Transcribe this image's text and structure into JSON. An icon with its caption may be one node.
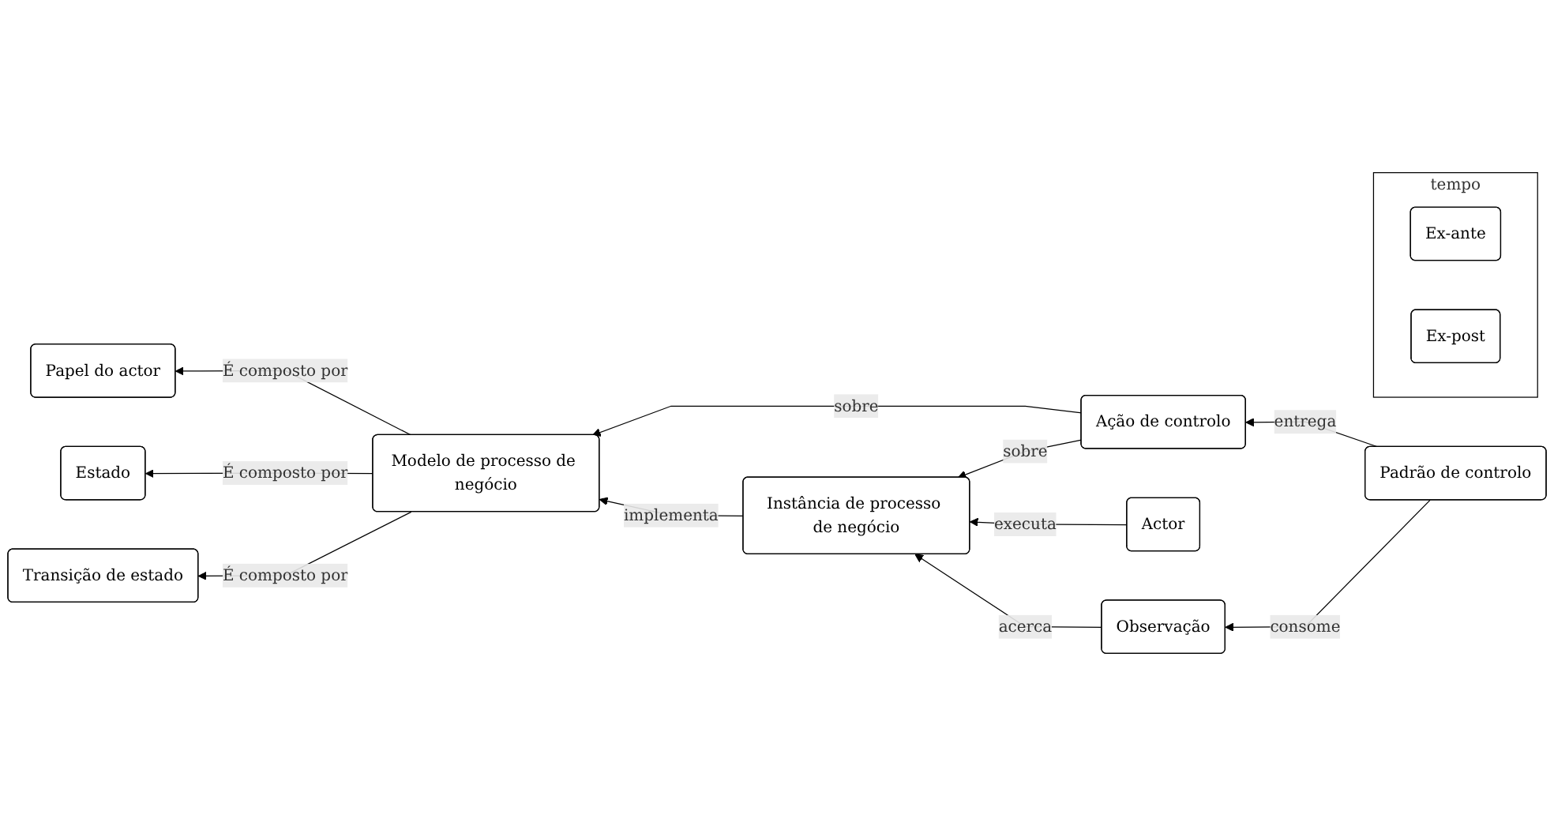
{
  "diagram": {
    "nodes": [
      {
        "text": [
          "tempo"
        ]
      },
      {
        "text": [
          "Ex-ante"
        ],
        "in": 0
      },
      {
        "text": [
          "Ex-post"
        ],
        "in": 0
      },
      {
        "text": [
          "Ação de controlo"
        ]
      },
      {
        "text": [
          "Papel do actor"
        ]
      },
      {
        "text": [
          "Modelo de processo de negócio"
        ]
      },
      {
        "text": [
          "Instância de processo de negócio"
        ]
      },
      {
        "text": [
          "Padrão de controlo"
        ]
      },
      {
        "text": [
          "Estado"
        ]
      },
      {
        "text": [
          "Transição de estado"
        ]
      },
      {
        "text": [
          "Actor"
        ]
      },
      {
        "text": [
          "Observação"
        ]
      }
    ],
    "edges": [
      {
        "from": 3,
        "to": 5,
        "label": "sobre",
        "arrow": "to"
      },
      {
        "from": 3,
        "to": 6,
        "label": "sobre",
        "arrow": "to"
      },
      {
        "from": 7,
        "to": 3,
        "label": "entrega",
        "arrow": "to"
      },
      {
        "from": 5,
        "to": 4,
        "label": "É composto por",
        "arrow": "to"
      },
      {
        "from": 5,
        "to": 8,
        "label": "É composto por",
        "arrow": "to"
      },
      {
        "from": 5,
        "to": 9,
        "label": "É composto por",
        "arrow": "to"
      },
      {
        "from": 6,
        "to": 5,
        "label": "implementa",
        "arrow": "to"
      },
      {
        "from": 10,
        "to": 6,
        "label": "executa",
        "arrow": "to"
      },
      {
        "from": 11,
        "to": 6,
        "label": "acerca",
        "arrow": "to"
      },
      {
        "from": 7,
        "to": 11,
        "label": "consome",
        "arrow": "to"
      }
    ]
  }
}
